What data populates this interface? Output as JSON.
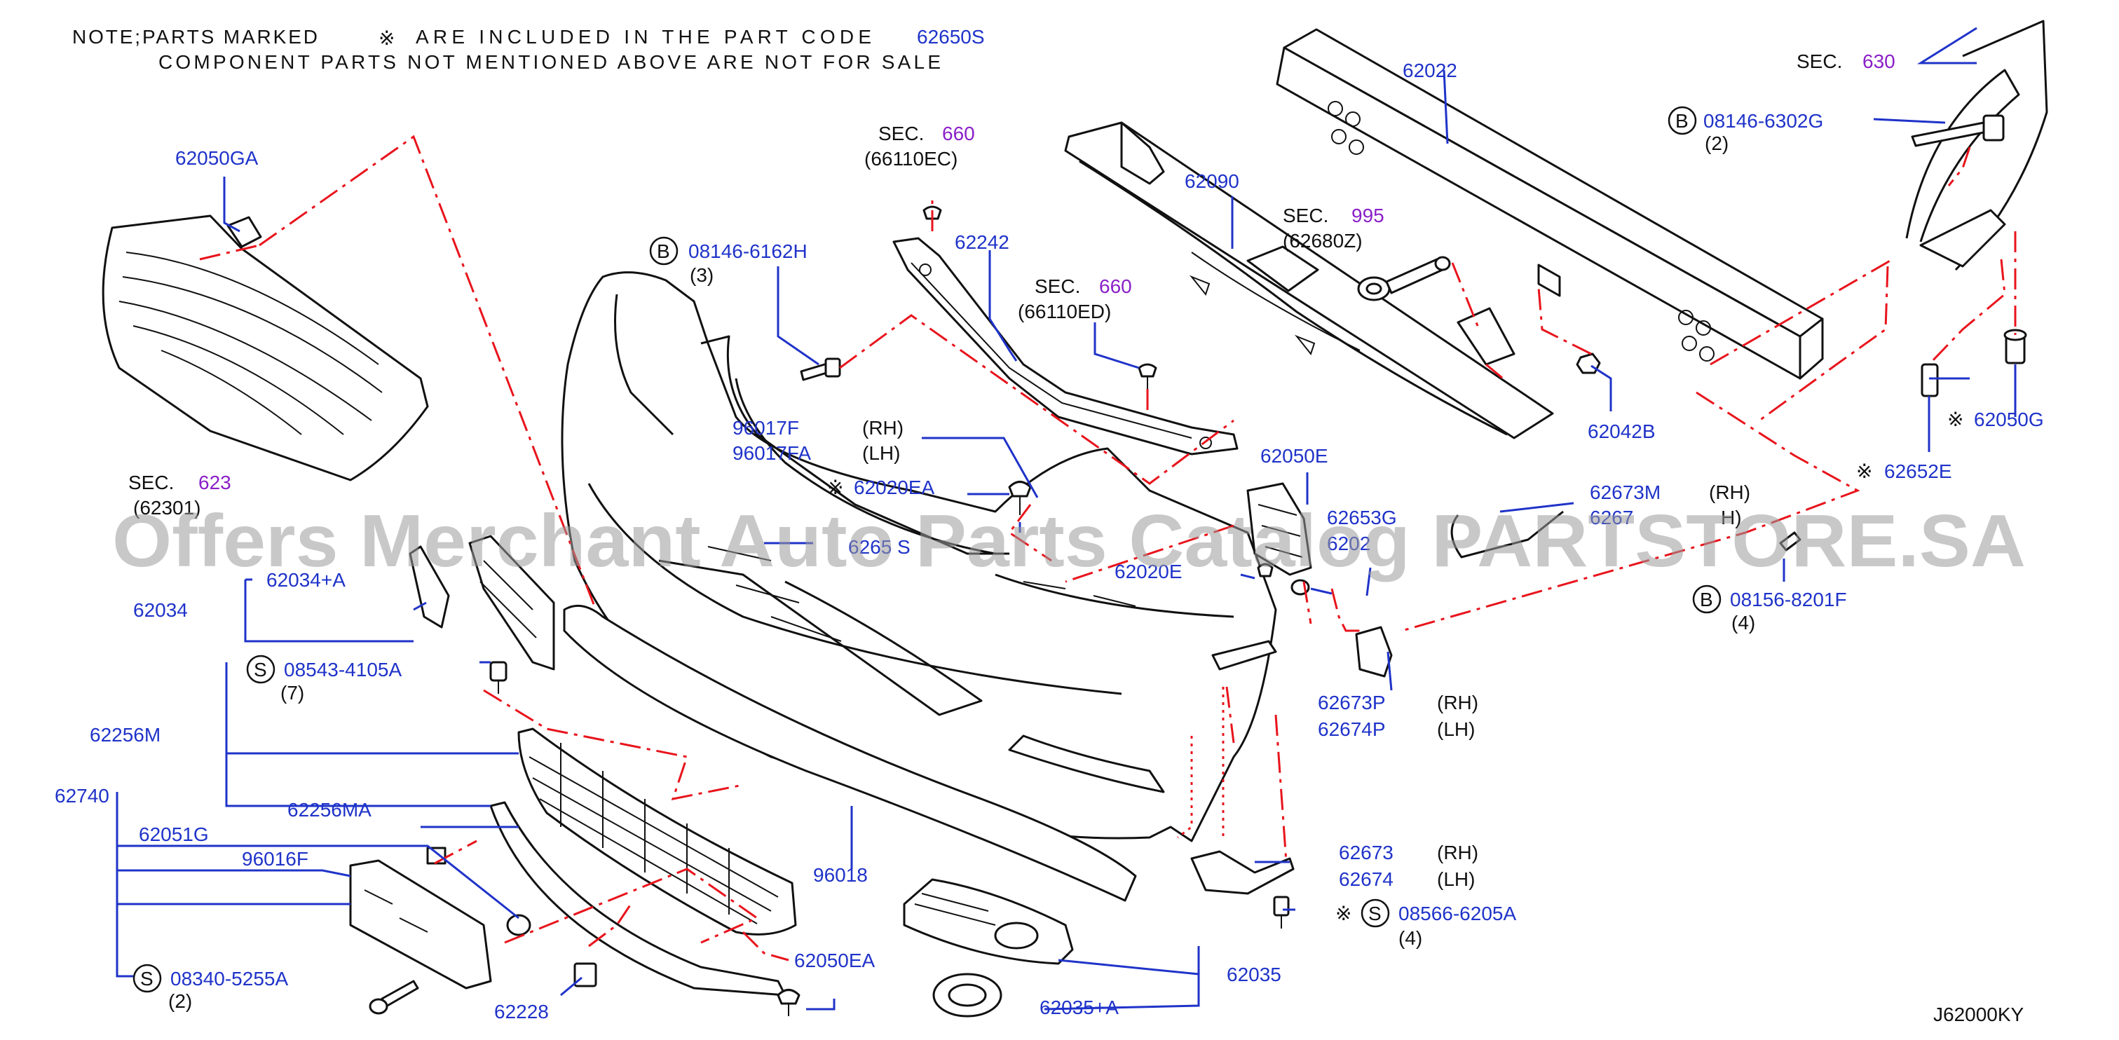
{
  "note": {
    "line1_a": "NOTE;PARTS MARKED",
    "mark": "※",
    "line1_b": "ARE INCLUDED IN THE PART CODE",
    "line1_code": "62650S",
    "line2": "COMPONENT PARTS NOT MENTIONED ABOVE ARE NOT FOR SALE"
  },
  "watermark": "Offers Merchant Auto Parts Catalog PARTSTORE.SA",
  "diagram_code": "J62000KY",
  "sections": {
    "sec_word": "SEC.",
    "sec630": "630",
    "sec660_a": "660",
    "sec660_a_sub": "(66110EC)",
    "sec660_b": "660",
    "sec660_b_sub": "(66110ED)",
    "sec995": "995",
    "sec995_sub": "(62680Z)",
    "sec623": "623",
    "sec623_sub": "(62301)"
  },
  "badges": {
    "b": "B",
    "s": "S",
    "mark": "※"
  },
  "parts": {
    "p62050GA": "62050GA",
    "p62022": "62022",
    "p62090": "62090",
    "p08146_6302G": "08146-6302G",
    "p08146_6302G_qty": "(2)",
    "p08146_6162H": "08146-6162H",
    "p08146_6162H_qty": "(3)",
    "p62242": "62242",
    "p62042B": "62042B",
    "p62050G": "62050G",
    "p62652E": "62652E",
    "p96017F": "96017F",
    "p96017FA": "96017FA",
    "rh": "(RH)",
    "lh": "(LH)",
    "p62020EA": "62020EA",
    "p62050E": "62050E",
    "p62673M": "62673M",
    "p62674M_partial": "6267",
    "lh_partial": "H)",
    "p62653G_partial": "62653G",
    "p62020_partial": "6202",
    "p62651S_partial": "6265",
    "p62651S_tail": "S",
    "p08156_8201F": "08156-8201F",
    "p08156_8201F_qty": "(4)",
    "p62034_A": "62034+A",
    "p62034": "62034",
    "p62020E": "62020E",
    "p08543_4105A": "08543-4105A",
    "p08543_4105A_qty": "(7)",
    "p62673P": "62673P",
    "p62674P": "62674P",
    "p62256M": "62256M",
    "p62740": "62740",
    "p62256MA": "62256MA",
    "p62051G": "62051G",
    "p96016F": "96016F",
    "p96018": "96018",
    "p62673": "62673",
    "p62674": "62674",
    "p08566_6205A": "08566-6205A",
    "p08566_6205A_qty": "(4)",
    "p62050EA": "62050EA",
    "p62035": "62035",
    "p08340_5255A": "08340-5255A",
    "p08340_5255A_qty": "(2)",
    "p62228": "62228",
    "p62035_A": "62035+A"
  },
  "colors": {
    "part_number": "#1f33c9",
    "section_number": "#8a1fc7",
    "phantom_line": "#e8141c",
    "text": "#111111"
  }
}
